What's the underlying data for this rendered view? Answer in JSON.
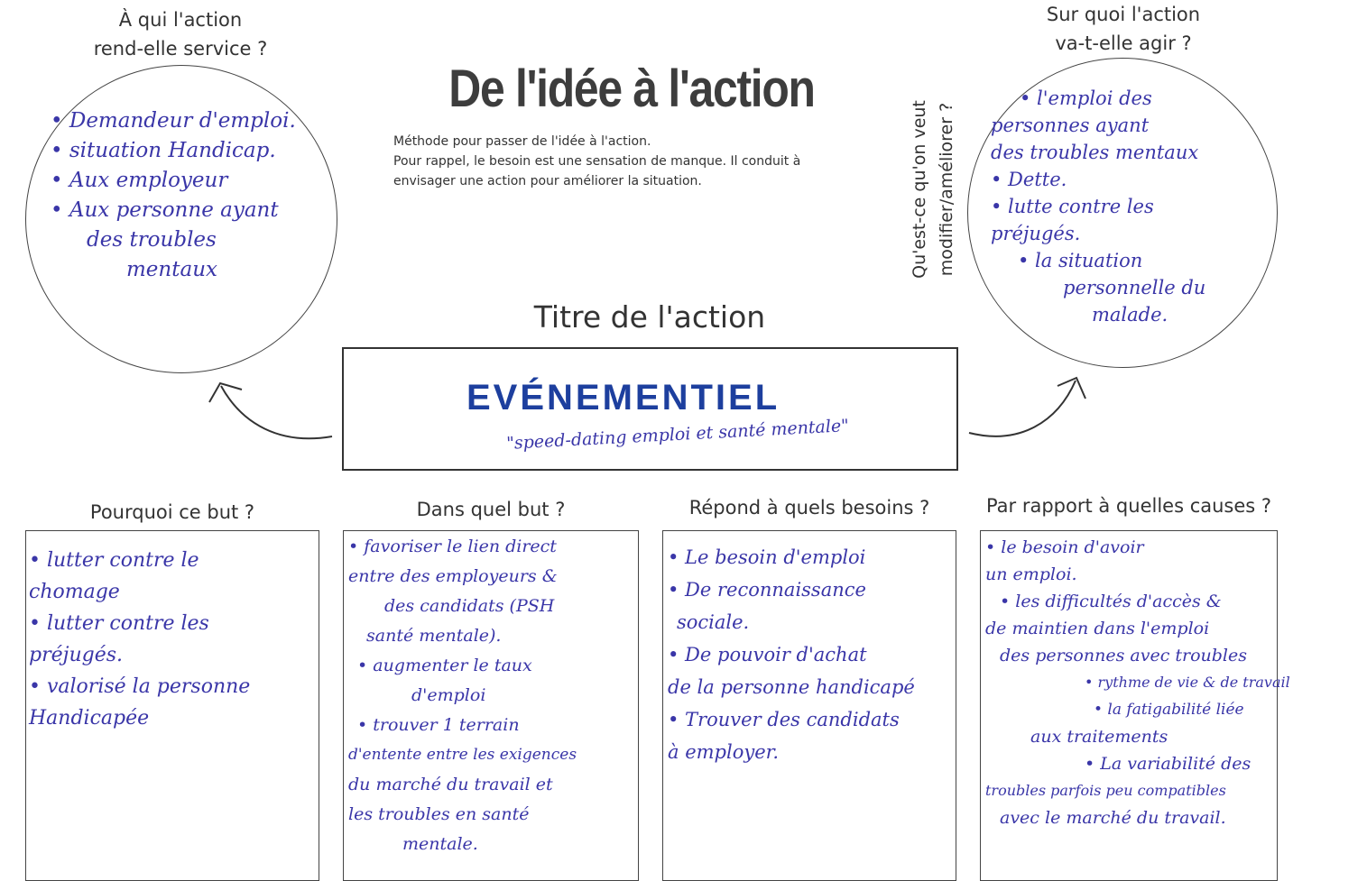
{
  "title": "De l'idée à l'action",
  "description": [
    "Méthode pour passer de l'idée à l'action.",
    "Pour rappel, le besoin est une sensation de manque. Il conduit à",
    "envisager une action pour améliorer la situation."
  ],
  "top_left": {
    "question": [
      "À qui l'action",
      "rend-elle service ?"
    ],
    "answer": [
      "• Demandeur d'emploi.",
      "• situation Handicap.",
      "• Aux employeur",
      "• Aux personne ayant",
      "des troubles",
      "mentaux"
    ]
  },
  "top_right": {
    "question": [
      "Sur quoi l'action",
      "va-t-elle agir ?"
    ],
    "vertical_label": [
      "Qu'est-ce qu'on veut",
      "modifier/améliorer ?"
    ],
    "answer": [
      "• l'emploi des",
      "personnes ayant",
      "des troubles mentaux",
      "• Dette.",
      "• lutte contre les",
      "préjugés.",
      "• la situation",
      "personnelle du",
      "malade."
    ]
  },
  "action": {
    "label": "Titre de l'action",
    "main": "EVÉNEMENTIEL",
    "sub": "\"speed-dating emploi et santé mentale\""
  },
  "columns": [
    {
      "label": "Pourquoi ce but ?",
      "answer": [
        "• lutter contre le",
        "chomage",
        "• lutter contre les",
        "préjugés.",
        "• valorisé la personne",
        "Handicapée"
      ]
    },
    {
      "label": "Dans quel but ?",
      "answer": [
        "• favoriser le lien direct",
        "entre des employeurs &",
        "des candidats (PSH",
        "santé mentale).",
        "• augmenter le taux",
        "d'emploi",
        "• trouver 1 terrain",
        "d'entente entre les exigences",
        "du marché du travail et",
        "les troubles en santé",
        "mentale."
      ]
    },
    {
      "label": "Répond à quels besoins ?",
      "answer": [
        "• Le besoin d'emploi",
        "• De reconnaissance",
        "sociale.",
        "• De pouvoir d'achat",
        "de la personne handicapé",
        "• Trouver des candidats",
        "à employer."
      ]
    },
    {
      "label": "Par rapport à quelles causes ?",
      "answer": [
        "• le besoin d'avoir",
        "un emploi.",
        "• les difficultés d'accès &",
        "de maintien dans l'emploi",
        "des personnes avec troubles",
        "• rythme de vie & de travail",
        "• la fatigabilité liée",
        "aux traitements",
        "• La variabilité des",
        "troubles parfois peu compatibles",
        "avec le marché du travail."
      ]
    }
  ]
}
